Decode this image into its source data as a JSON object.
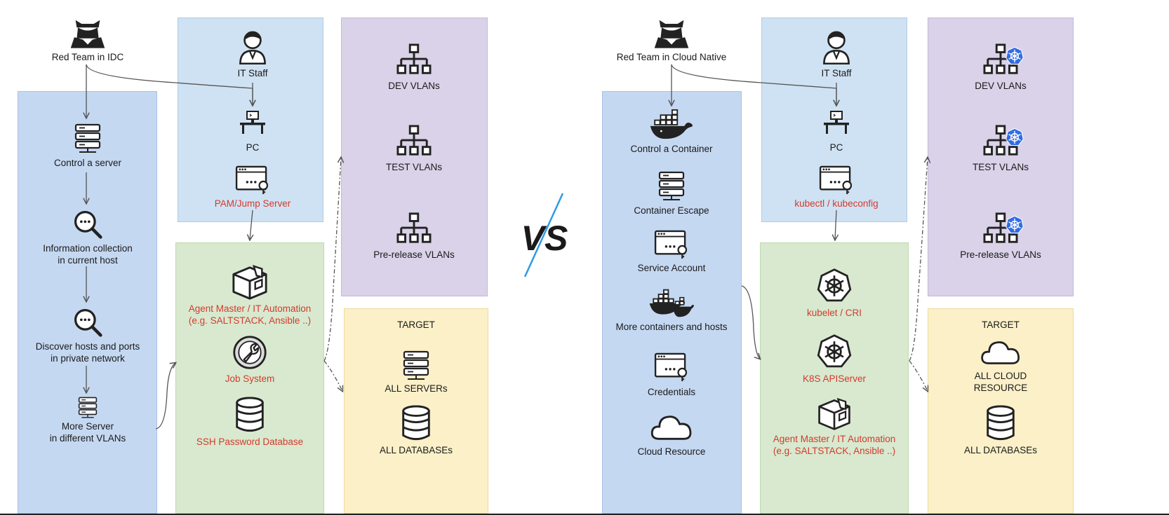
{
  "left": {
    "red_team": "Red Team in IDC",
    "it_staff": "IT Staff",
    "pc": "PC",
    "pam": "PAM/Jump Server",
    "steps": [
      "Control a server",
      "Information collection\nin current host",
      "Discover hosts and ports\nin private network",
      "More Server\nin different VLANs"
    ],
    "vlans": [
      "DEV VLANs",
      "TEST VLANs",
      "Pre-release VLANs"
    ],
    "infra": [
      "Agent Master / IT Automation\n(e.g. SALTSTACK, Ansible ..)",
      "Job System",
      "SSH Password Database"
    ],
    "target_title": "TARGET",
    "targets": [
      "ALL SERVERs",
      "ALL DATABASEs"
    ]
  },
  "right": {
    "red_team": "Red Team in Cloud Native",
    "it_staff": "IT Staff",
    "pc": "PC",
    "kubectl": "kubectl / kubeconfig",
    "steps": [
      "Control a Container",
      "Container Escape",
      "Service Account",
      "More containers and hosts",
      "Credentials",
      "Cloud Resource"
    ],
    "vlans": [
      "DEV VLANs",
      "TEST VLANs",
      "Pre-release VLANs"
    ],
    "infra": [
      "kubelet / CRI",
      "K8S APIServer",
      "Agent Master / IT Automation\n(e.g. SALTSTACK, Ansible ..)"
    ],
    "target_title": "TARGET",
    "targets": [
      "ALL CLOUD\nRESOURCE",
      "ALL DATABASEs"
    ]
  },
  "vs_label": "VS",
  "colors": {
    "label_red": "#d33a2c",
    "vs_blue": "#2e9be6"
  }
}
